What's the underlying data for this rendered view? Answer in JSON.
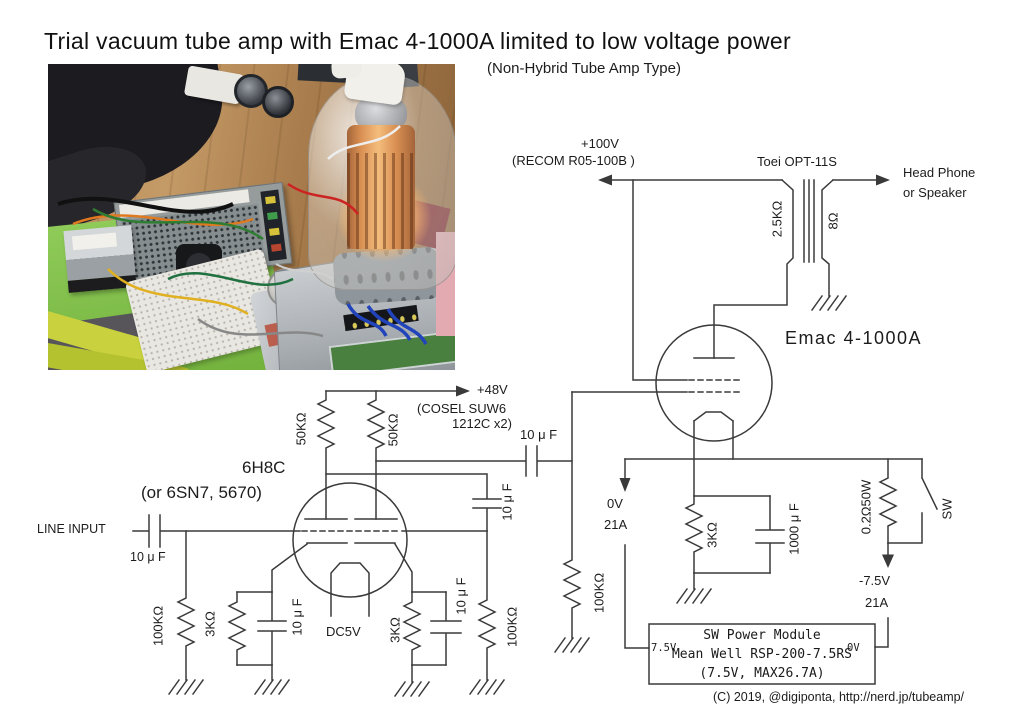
{
  "page": {
    "title": "Trial vacuum tube amp with Emac 4-1000A limited to low voltage power",
    "subtitle": "(Non-Hybrid Tube Amp Type)",
    "copyright": "(C) 2019, @digiponta, http://nerd.jp/tubeamp/"
  },
  "colors": {
    "ink": "#3a3a3a",
    "background": "#ffffff"
  },
  "schematic": {
    "hv_supply": {
      "voltage": "+100V",
      "module": "(RECOM R05-100B )"
    },
    "opt": {
      "model": "Toei OPT-11S",
      "primary_impedance": "2.5KΩ",
      "secondary_impedance": "8Ω",
      "out_line1": "Head Phone",
      "out_line2": "or Speaker"
    },
    "output_tube": {
      "model": "Emac 4-1000A"
    },
    "b48_supply": {
      "voltage": "+48V",
      "module_line1": "(COSEL SUW6",
      "module_line2": "1212C x2)"
    },
    "driver_tube": {
      "model": "6H8C",
      "alternatives": "(or 6SN7, 5670)",
      "heater_voltage": "DC5V"
    },
    "line_input": {
      "label": "LINE INPUT"
    },
    "caps": {
      "input": "10 μ F",
      "interstage": "10 μ F",
      "coupling_output": "10 μ F",
      "cathode1_bypass": "10 μ F",
      "cathode2_bypass": "10 μ F",
      "output_cathode_bypass": "1000 μ F"
    },
    "resistors": {
      "input_grid": "100KΩ",
      "cathode1": "3KΩ",
      "cathode2": "3KΩ",
      "grid2_leak": "100KΩ",
      "plate1_load": "50KΩ",
      "plate2_load": "50KΩ",
      "output_grid_leak": "100KΩ",
      "output_cathode": "3KΩ",
      "filament_dropper": "0.2Ω50W"
    },
    "filament": {
      "node_0v": "0V",
      "node_0v_current": "21A",
      "node_neg": "-7.5V",
      "node_neg_current": "21A",
      "switch_label": "SW"
    },
    "psu_module": {
      "line1": "SW Power Module",
      "line2": "Mean Well RSP-200-7.5RS",
      "line3": "(7.5V, MAX26.7A)",
      "terminal_left": "7.5V",
      "terminal_right": "0V"
    }
  }
}
